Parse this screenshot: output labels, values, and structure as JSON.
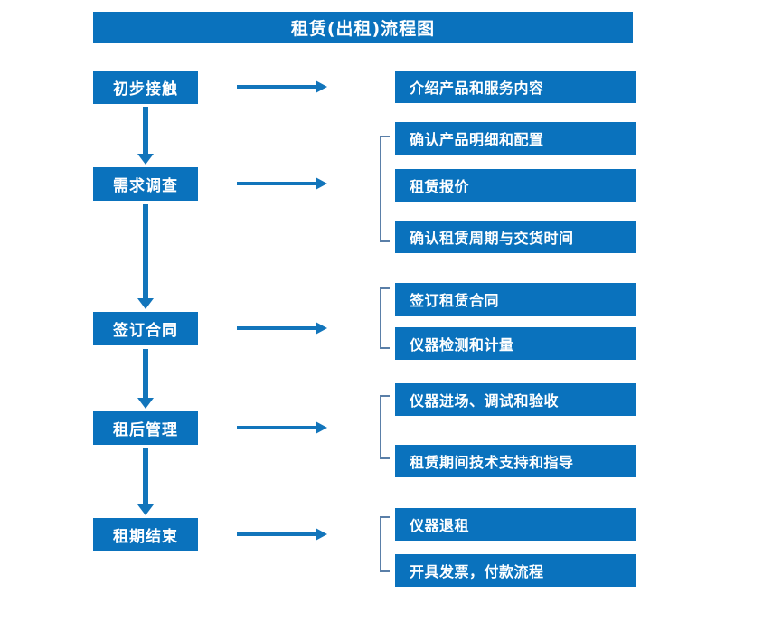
{
  "title": "租赁(出租)流程图",
  "colors": {
    "box_blue": "#0a72bd",
    "arrow_blue": "#1275bb",
    "bracket_blue": "#5a7fa8",
    "text_white": "#ffffff",
    "background": "#ffffff"
  },
  "stages": [
    {
      "label": "初步接触"
    },
    {
      "label": "需求调查"
    },
    {
      "label": "签订合同"
    },
    {
      "label": "租后管理"
    },
    {
      "label": "租期结束"
    }
  ],
  "details": [
    {
      "label": "介绍产品和服务内容"
    },
    {
      "label": "确认产品明细和配置"
    },
    {
      "label": "租赁报价"
    },
    {
      "label": "确认租赁周期与交货时间"
    },
    {
      "label": "签订租赁合同"
    },
    {
      "label": "仪器检测和计量"
    },
    {
      "label": "仪器进场、调试和验收"
    },
    {
      "label": "租赁期间技术支持和指导"
    },
    {
      "label": "仪器退租"
    },
    {
      "label": "开具发票，付款流程"
    }
  ],
  "groups": [
    {
      "name": "需求调查-group",
      "members": [
        "确认产品明细和配置",
        "租赁报价",
        "确认租赁周期与交货时间"
      ]
    },
    {
      "name": "签订合同-group",
      "members": [
        "签订租赁合同",
        "仪器检测和计量"
      ]
    },
    {
      "name": "租后管理-group",
      "members": [
        "仪器进场、调试和验收",
        "租赁期间技术支持和指导"
      ]
    },
    {
      "name": "租期结束-group",
      "members": [
        "仪器退租",
        "开具发票，付款流程"
      ]
    }
  ],
  "connectors": {
    "horizontal_count": 5,
    "vertical_count": 4,
    "direction": "right / down"
  }
}
